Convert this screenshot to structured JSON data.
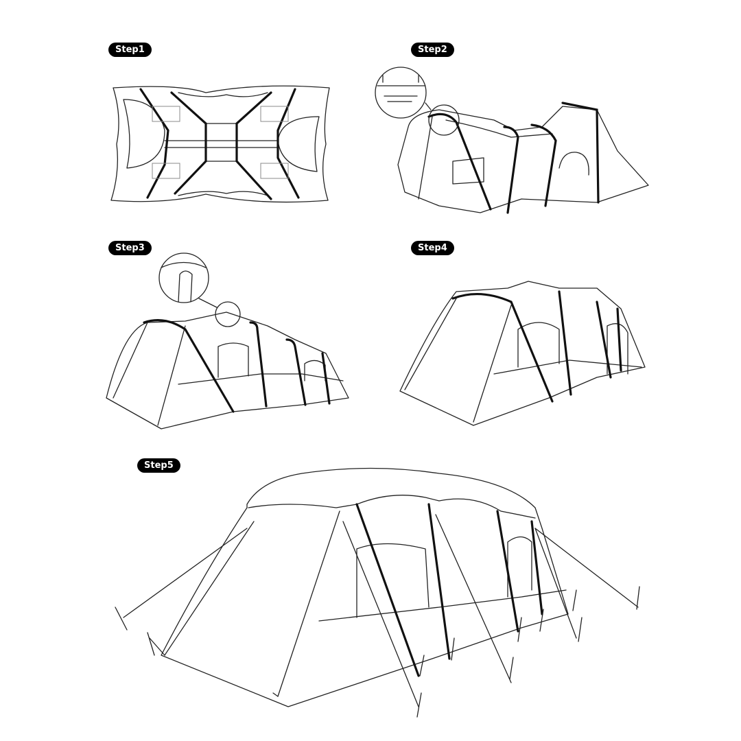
{
  "steps": [
    {
      "label": "Step1"
    },
    {
      "label": "Step2"
    },
    {
      "label": "Step3"
    },
    {
      "label": "Step4"
    },
    {
      "label": "Step5"
    }
  ],
  "colors": {
    "pill_bg": "#000000",
    "pill_text": "#ffffff",
    "line": "#222222"
  }
}
